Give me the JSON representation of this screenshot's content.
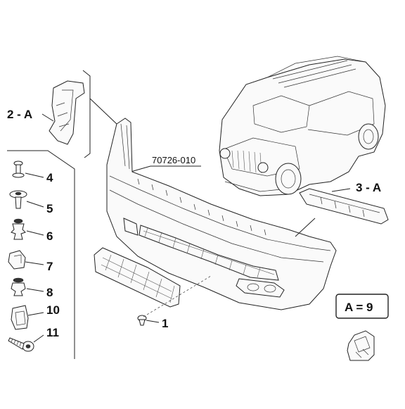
{
  "callouts": {
    "c2a": "2 - A",
    "c3a": "3 - A",
    "c4": "4",
    "c5": "5",
    "c6": "6",
    "c7": "7",
    "c8": "8",
    "c10": "10",
    "c11": "11",
    "c1": "1"
  },
  "reference": "70726-010",
  "legend": "A = 9"
}
